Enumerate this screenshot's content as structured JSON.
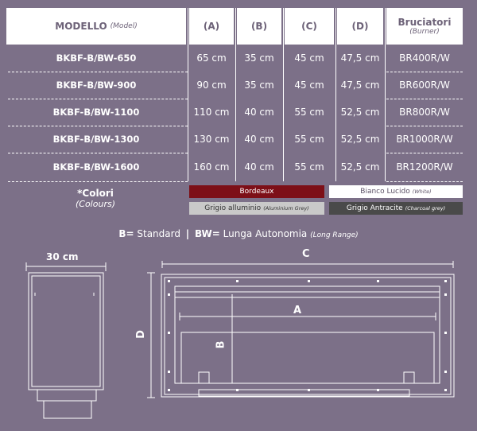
{
  "header": {
    "model": {
      "title": "MODELLO",
      "subtitle": "(Model)"
    },
    "columns": [
      "(A)",
      "(B)",
      "(C)",
      "(D)"
    ],
    "burner": {
      "title": "Bruciatori",
      "subtitle": "(Burner)"
    }
  },
  "rows": [
    {
      "model": "BKBF-B/BW-650",
      "a": "65 cm",
      "b": "35 cm",
      "c": "45 cm",
      "d": "47,5 cm",
      "burner": "BR400R/W"
    },
    {
      "model": "BKBF-B/BW-900",
      "a": "90 cm",
      "b": "35 cm",
      "c": "45 cm",
      "d": "47,5 cm",
      "burner": "BR600R/W"
    },
    {
      "model": "BKBF-B/BW-1100",
      "a": "110 cm",
      "b": "40 cm",
      "c": "55 cm",
      "d": "52,5 cm",
      "burner": "BR800R/W"
    },
    {
      "model": "BKBF-B/BW-1300",
      "a": "130 cm",
      "b": "40 cm",
      "c": "55 cm",
      "d": "52,5 cm",
      "burner": "BR1000R/W"
    },
    {
      "model": "BKBF-B/BW-1600",
      "a": "160 cm",
      "b": "40 cm",
      "c": "55 cm",
      "d": "52,5 cm",
      "burner": "BR1200R/W"
    }
  ],
  "colors": {
    "label": "*Colori",
    "sublabel": "(Colours)",
    "swatches": [
      {
        "name": "Bordeaux",
        "note": "",
        "bg": "#7d0f17",
        "fg": "#ffffff"
      },
      {
        "name": "Bianco Lucido",
        "note": "(White)",
        "bg": "#ffffff",
        "fg": "#5c5266"
      },
      {
        "name": "Grigio alluminio",
        "note": "(Aluminium Grey)",
        "bg": "#c9c9c9",
        "fg": "#333333"
      },
      {
        "name": "Grigio Antracite",
        "note": "(Charcoal grey)",
        "bg": "#4a4a4a",
        "fg": "#ffffff"
      }
    ]
  },
  "legend": {
    "b": "B=",
    "b_text": "Standard",
    "sep": "|",
    "bw": "BW=",
    "bw_text": "Lunga Autonomia",
    "bw_note": "(Long Range)"
  },
  "drawings": {
    "side_width": "30 cm",
    "label_c": "C",
    "label_a": "A",
    "label_b": "B",
    "label_d": "D"
  }
}
